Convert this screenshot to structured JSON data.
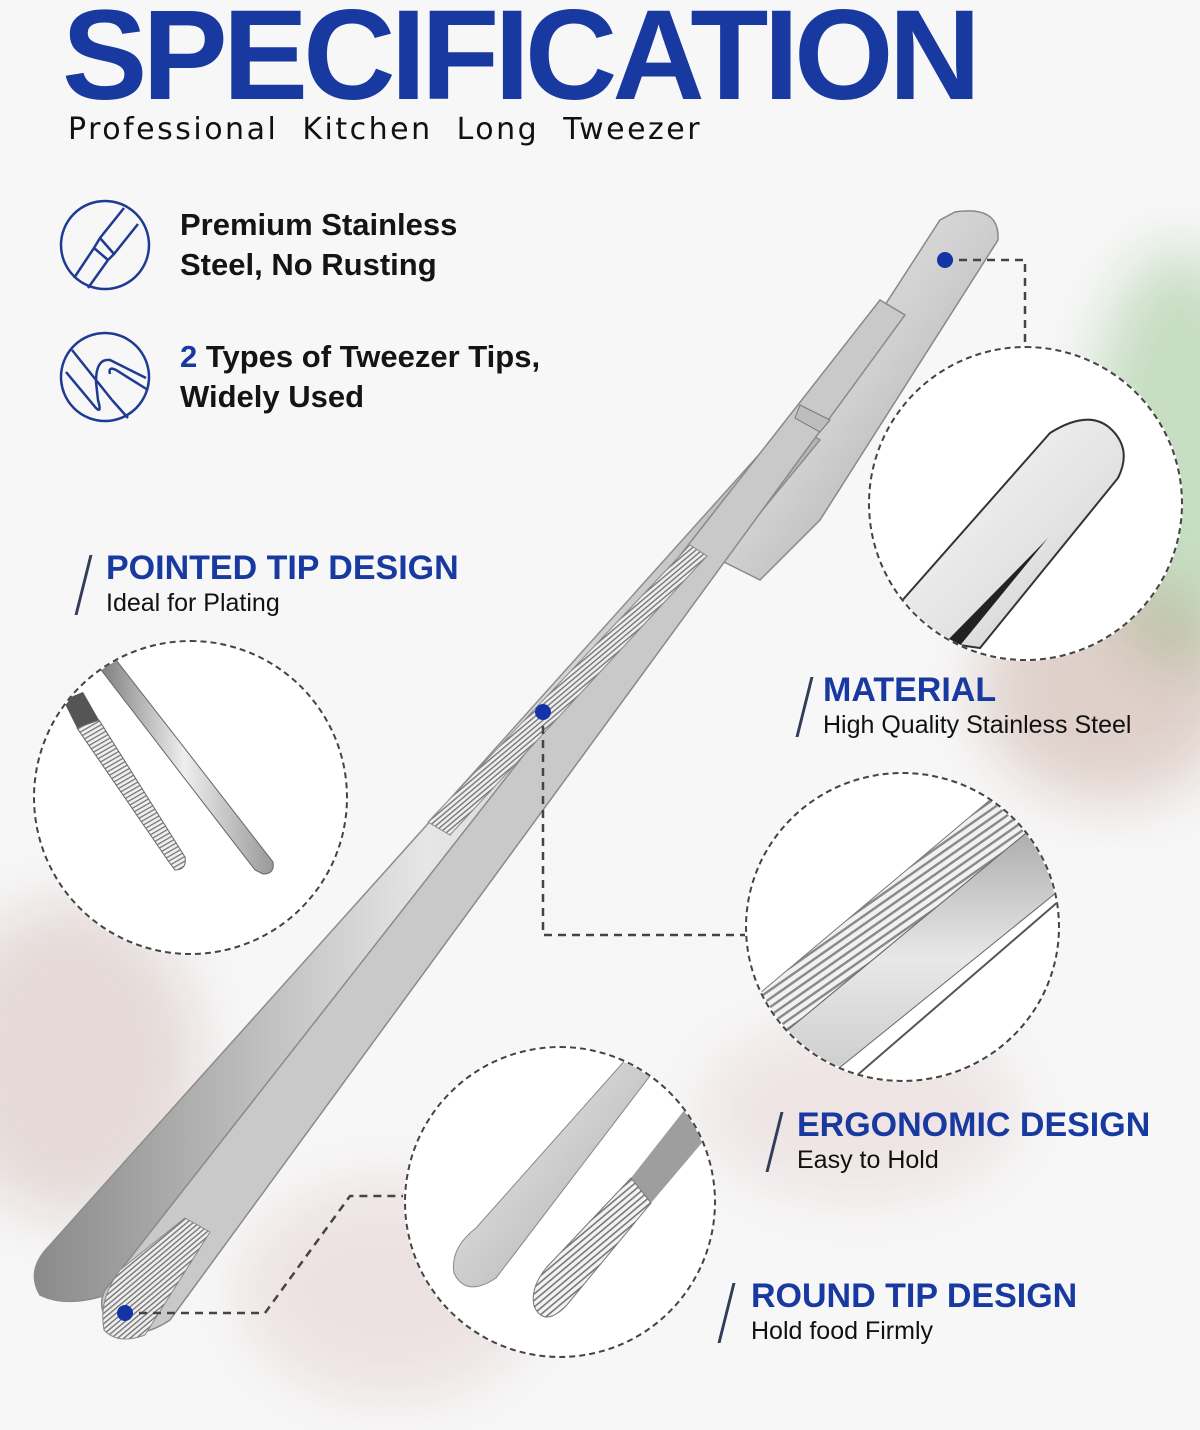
{
  "header": {
    "title": "SPECIFICATION",
    "subtitle": "Professional  Kitchen  Long  Tweezer"
  },
  "features": [
    {
      "icon": "tweezer-tip-icon",
      "line1": "Premium Stainless",
      "line2": "Steel, No Rusting"
    },
    {
      "icon": "tweezer-types-icon",
      "accent": "2",
      "line1": " Types of Tweezer Tips,",
      "line2": "Widely Used"
    }
  ],
  "callouts": {
    "pointed_tip": {
      "heading": "POINTED TIP DESIGN",
      "sub": "Ideal for Plating"
    },
    "material": {
      "heading": "MATERIAL",
      "sub": "High Quality Stainless Steel"
    },
    "ergonomic": {
      "heading": "ERGONOMIC DESIGN",
      "sub": "Easy to Hold"
    },
    "round_tip": {
      "heading": "ROUND TIP DESIGN",
      "sub": "Hold food Firmly"
    }
  },
  "colors": {
    "brand_blue": "#1839a0",
    "text_dark": "#111111",
    "dashed_line": "#444444",
    "background": "#f7f7f7"
  }
}
